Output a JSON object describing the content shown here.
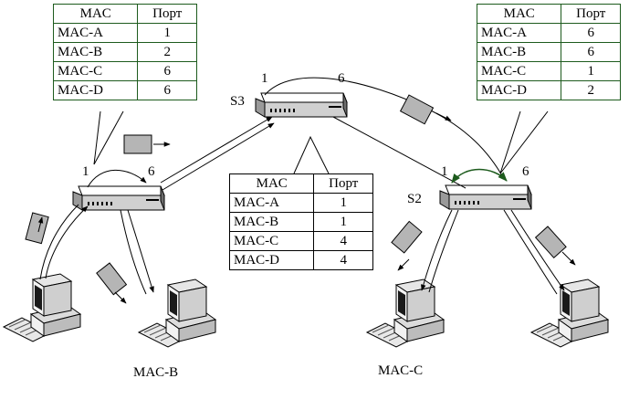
{
  "table_left": {
    "headers": [
      "MAC",
      "Порт"
    ],
    "rows": [
      [
        "MAC-A",
        "1"
      ],
      [
        "MAC-B",
        "2"
      ],
      [
        "MAC-C",
        "6"
      ],
      [
        "MAC-D",
        "6"
      ]
    ]
  },
  "table_center": {
    "headers": [
      "MAC",
      "Порт"
    ],
    "rows": [
      [
        "MAC-A",
        "1"
      ],
      [
        "MAC-B",
        "1"
      ],
      [
        "MAC-C",
        "4"
      ],
      [
        "MAC-D",
        "4"
      ]
    ]
  },
  "table_right": {
    "headers": [
      "MAC",
      "Порт"
    ],
    "rows": [
      [
        "MAC-A",
        "6"
      ],
      [
        "MAC-B",
        "6"
      ],
      [
        "MAC-C",
        "1"
      ],
      [
        "MAC-D",
        "2"
      ]
    ]
  },
  "switches": {
    "left": {
      "port_a": "1",
      "port_b": "6"
    },
    "s3": {
      "name": "S3",
      "port_a": "1",
      "port_b": "6"
    },
    "s2": {
      "name": "S2",
      "port_a": "1",
      "port_b": "6"
    }
  },
  "hosts": {
    "mac_b_label": "MAC-B",
    "mac_c_label": "MAC-C"
  },
  "colors": {
    "line": "#000000",
    "arrow_green": "#1d5b1d",
    "frame_gray": "#b5b5b5"
  }
}
